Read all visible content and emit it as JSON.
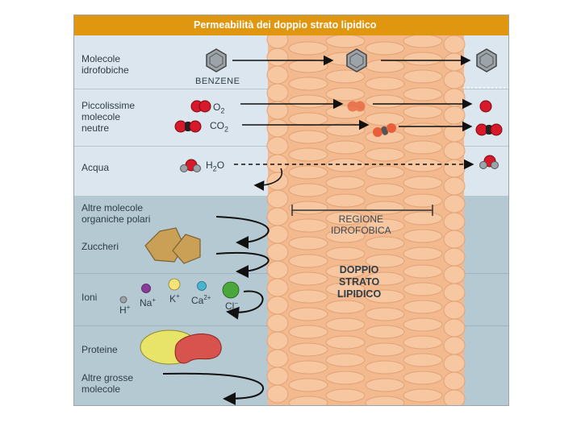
{
  "title": "Permeabilità dei doppio strato lipidico",
  "rows": {
    "hydrophobic": "Molecole\nidrofobiche",
    "small_neutral": "Piccolissime\nmolecole\nneutre",
    "water": "Acqua",
    "polar": "Altre molecole\norganiche polari",
    "sugars": "Zuccheri",
    "ions": "Ioni",
    "proteins": "Proteine",
    "large": "Altre grosse\nmolecole"
  },
  "molecules": {
    "benzene": "BENZENE",
    "o2": "O",
    "o2_sub": "2",
    "co2": "CO",
    "co2_sub": "2",
    "h2o": "H",
    "h2o_sub": "2",
    "h2o_end": "O",
    "na": "Na",
    "na_sup": "+",
    "k": "K",
    "k_sup": "+",
    "ca": "Ca",
    "ca_sup": "2+",
    "cl": "Cl",
    "cl_sup": "−",
    "h": "H",
    "h_sup": "+"
  },
  "region_label": "REGIONE\nIDROFOBICA",
  "bilayer_label": "DOPPIO\nSTRATO\nLIPIDICO",
  "colors": {
    "title_bar": "#e0960e",
    "light_blue": "#dbe6ee",
    "dark_blue": "#b5c9d3",
    "lipid": "#f3b98f",
    "oxygen": "#d7192a",
    "ion_purple": "#8a3a9a",
    "ion_yellow": "#f5e37a",
    "ion_cyan": "#48b6d0",
    "ion_green": "#4aa83a",
    "protein_yellow": "#e8e46a",
    "protein_red": "#d8534e",
    "sugar": "#c9a055"
  }
}
